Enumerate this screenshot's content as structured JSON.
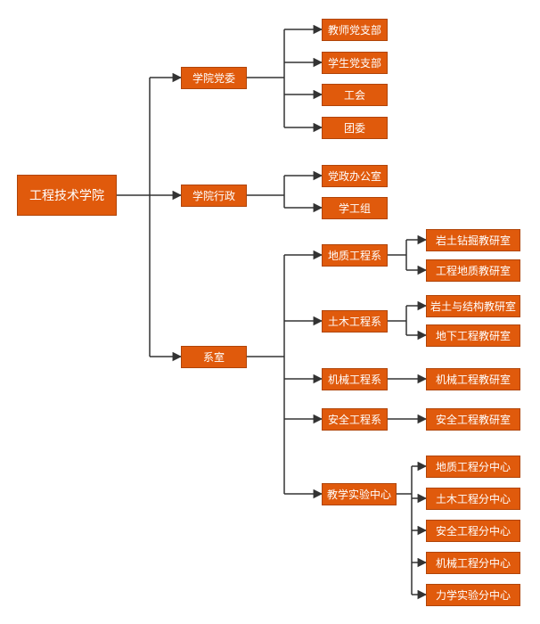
{
  "colors": {
    "box_fill": "#e05a0c",
    "box_border": "#b04408",
    "text": "#ffffff",
    "connector": "#333333"
  },
  "org": {
    "root": "工程技术学院",
    "party": {
      "label": "学院党委",
      "children": [
        "教师党支部",
        "学生党支部",
        "工会",
        "团委"
      ]
    },
    "admin": {
      "label": "学院行政",
      "children": [
        "党政办公室",
        "学工组"
      ]
    },
    "depts": {
      "label": "系室",
      "geology": {
        "label": "地质工程系",
        "children": [
          "岩土钻掘教研室",
          "工程地质教研室"
        ]
      },
      "civil": {
        "label": "土木工程系",
        "children": [
          "岩土与结构教研室",
          "地下工程教研室"
        ]
      },
      "mech": {
        "label": "机械工程系",
        "children": [
          "机械工程教研室"
        ]
      },
      "safety": {
        "label": "安全工程系",
        "children": [
          "安全工程教研室"
        ]
      },
      "lab": {
        "label": "教学实验中心",
        "children": [
          "地质工程分中心",
          "土木工程分中心",
          "安全工程分中心",
          "机械工程分中心",
          "力学实验分中心"
        ]
      }
    }
  }
}
